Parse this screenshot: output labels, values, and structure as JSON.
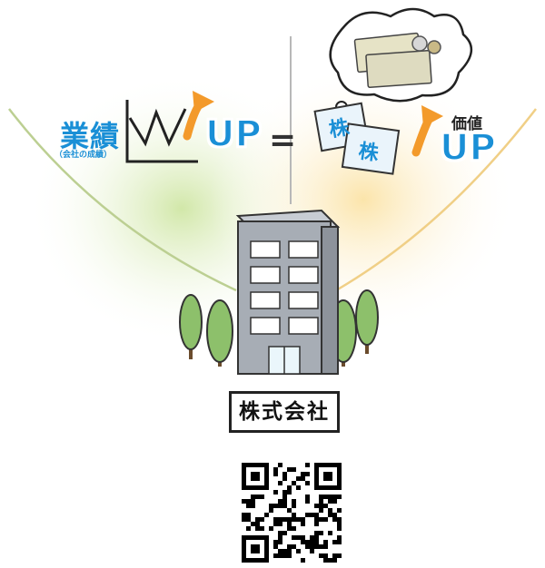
{
  "left_side": {
    "title": "業績",
    "note": "（会社の成績）",
    "up_label": "UP"
  },
  "equals": "=",
  "right_side": {
    "title": "価値",
    "up_label": "UP",
    "stock_card_label": "株"
  },
  "company": {
    "sign": "株式会社"
  },
  "colors": {
    "accent_blue": "#1a8fd6",
    "arrow_orange": "#f39a2b",
    "tree_green": "#8dc06b",
    "building_gray": "#a7adb5"
  }
}
